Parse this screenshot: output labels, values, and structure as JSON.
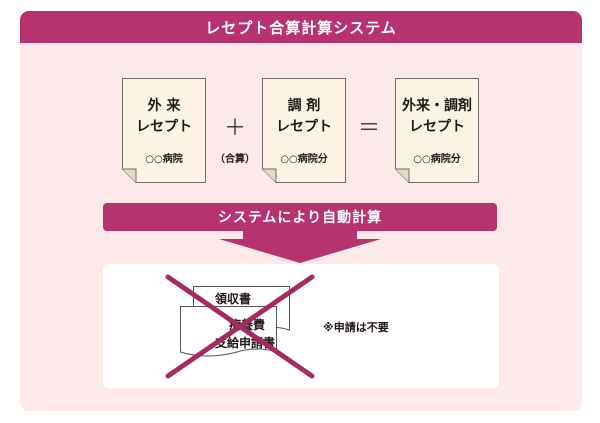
{
  "title": "レセプト合算計算システム",
  "documents": [
    {
      "line1": "外 来",
      "line2": "レセプト",
      "sub": "○○病院"
    },
    {
      "line1": "調 剤",
      "line2": "レセプト",
      "sub": "○○病院分"
    },
    {
      "line1": "外来・調剤",
      "line2": "レセプト",
      "sub": "○○病院分"
    }
  ],
  "operators": {
    "plus": "＋",
    "plus_caption": "（合算）",
    "equals": "＝"
  },
  "auto_calc_label": "システムにより自動計算",
  "forms": {
    "back": "領収書",
    "front_line1": "療養費",
    "front_line2": "支給申請書"
  },
  "note": "※申請は不要",
  "colors": {
    "accent": "#b7336f",
    "panel": "#fce9ea",
    "paper": "#fdf3e4",
    "cross": "#a62a62"
  }
}
